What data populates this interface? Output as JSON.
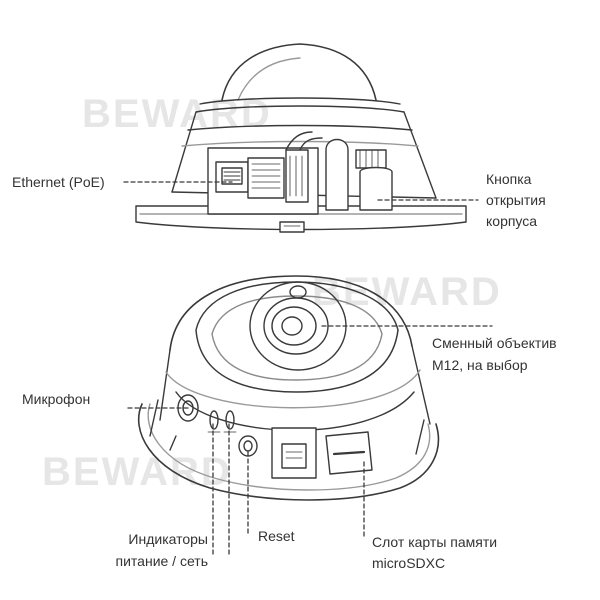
{
  "watermark": {
    "text": "BEWARD"
  },
  "labels": {
    "ethernet": "Ethernet (PoE)",
    "open_button": [
      "Кнопка",
      "открытия",
      "корпуса"
    ],
    "lens": [
      "Сменный объектив",
      "М12, на выбор"
    ],
    "microphone": "Микрофон",
    "indicators": [
      "Индикаторы",
      "питание / сеть"
    ],
    "reset": "Reset",
    "sd_slot": [
      "Слот карты памяти",
      "microSDXC"
    ]
  },
  "colors": {
    "line": "#3a3a3a",
    "text": "#333333",
    "watermark": "#e6e6e6"
  }
}
